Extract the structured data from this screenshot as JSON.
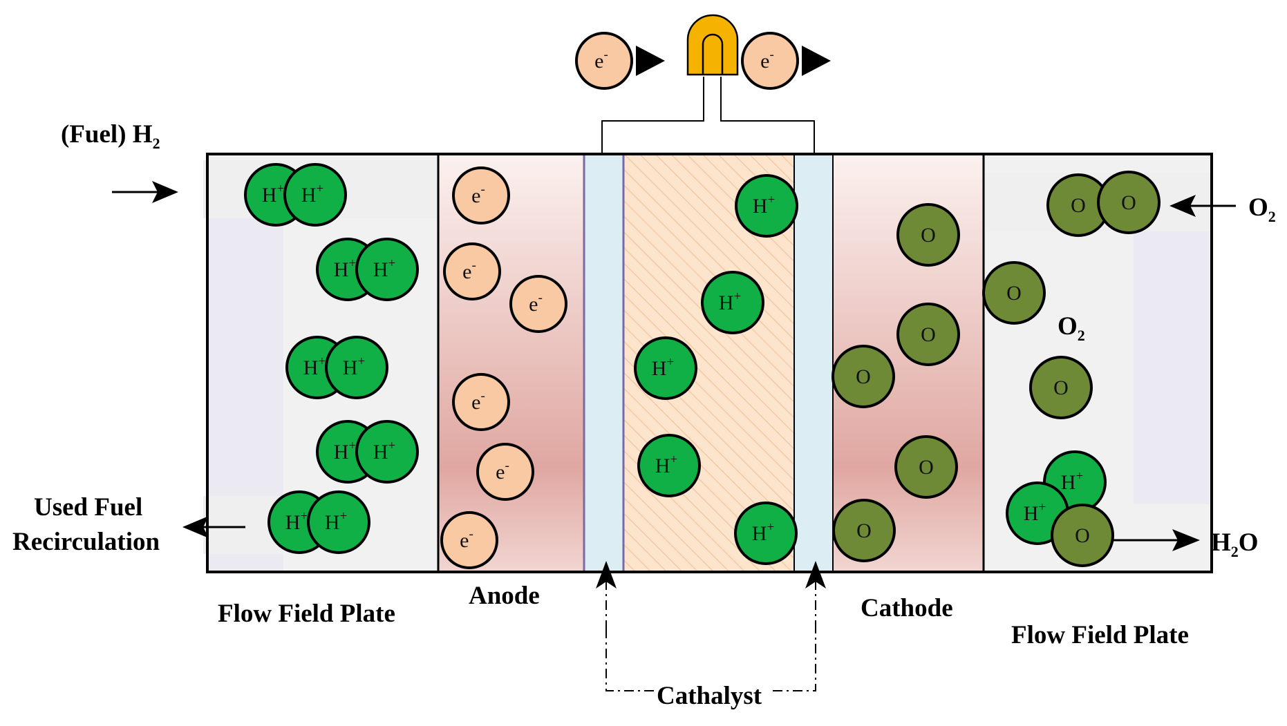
{
  "labels": {
    "fuel_in_prefix": "(Fuel) H",
    "fuel_in_sub": "2",
    "used_fuel_line1": "Used Fuel",
    "used_fuel_line2": "Recirculation",
    "o2_in_main": "O",
    "o2_in_sub": "2",
    "o2_mid_main": "O",
    "o2_mid_sub": "2",
    "h2o_h": "H",
    "h2o_sub": "2",
    "h2o_o": "O",
    "flow_field_plate_left": "Flow Field Plate",
    "anode": "Anode",
    "cathode": "Cathode",
    "flow_field_plate_right": "Flow Field Plate",
    "catalyst": "Cathalyst"
  },
  "particles": {
    "electron": {
      "main": "e",
      "sup": "-"
    },
    "proton": {
      "main": "H",
      "sup": "+"
    },
    "oxygen": {
      "main": "O"
    }
  },
  "colors": {
    "proton": "#10b046",
    "oxygen": "#6f8a37",
    "electron": "#f8c9a2",
    "bulb": "#f5b300",
    "catalyst_layer": "#dcedf3",
    "membrane": "#fde4cd"
  }
}
